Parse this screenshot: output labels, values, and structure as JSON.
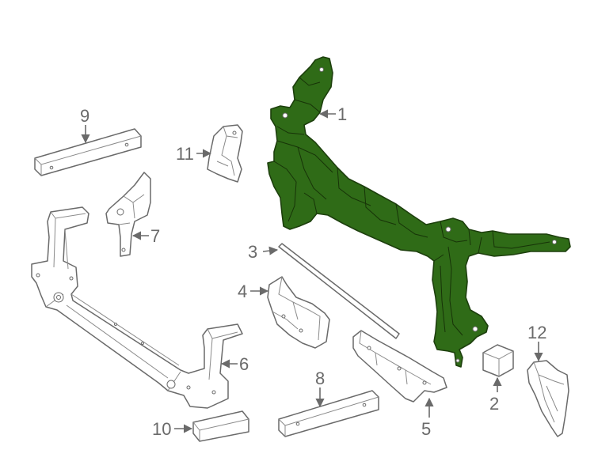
{
  "diagram": {
    "callouts": [
      {
        "id": "1",
        "label": "1"
      },
      {
        "id": "2",
        "label": "2"
      },
      {
        "id": "3",
        "label": "3"
      },
      {
        "id": "4",
        "label": "4"
      },
      {
        "id": "5",
        "label": "5"
      },
      {
        "id": "6",
        "label": "6"
      },
      {
        "id": "7",
        "label": "7"
      },
      {
        "id": "8",
        "label": "8"
      },
      {
        "id": "9",
        "label": "9"
      },
      {
        "id": "10",
        "label": "10"
      },
      {
        "id": "11",
        "label": "11"
      },
      {
        "id": "12",
        "label": "12"
      }
    ],
    "colors": {
      "highlight": "#2f6b17",
      "line": "#6a6a6a",
      "background": "#ffffff"
    }
  }
}
